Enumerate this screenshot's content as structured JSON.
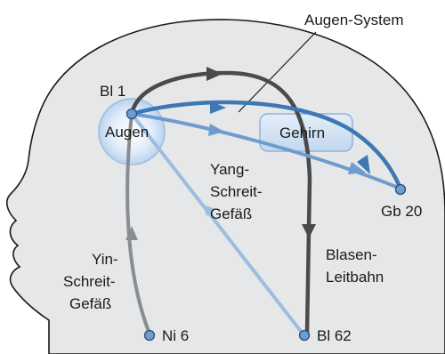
{
  "labels": {
    "augen_system": "Augen-System",
    "bl1": "Bl 1",
    "augen": "Augen",
    "gehirn": "Gehirn",
    "yang_1": "Yang-",
    "yang_2": "Schreit-",
    "yang_3": "Gefäß",
    "gb20": "Gb 20",
    "yin_1": "Yin-",
    "yin_2": "Schreit-",
    "yin_3": "Gefäß",
    "blasen_1": "Blasen-",
    "blasen_2": "Leitbahn",
    "ni6": "Ni 6",
    "bl62": "Bl 62"
  },
  "colors": {
    "head_fill": "#e6e7e8",
    "head_stroke": "#1a1a1a",
    "dark_path": "#4a4a4a",
    "gray_path": "#8a8d90",
    "blue_dark": "#3d78b4",
    "blue_mid": "#6e9ccd",
    "blue_light": "#9dbde0",
    "point_fill": "#6e9ccd",
    "point_stroke": "#2a4f7a",
    "eye_glow": "#b9d3ee",
    "brain_box": "#c9dcf0"
  }
}
